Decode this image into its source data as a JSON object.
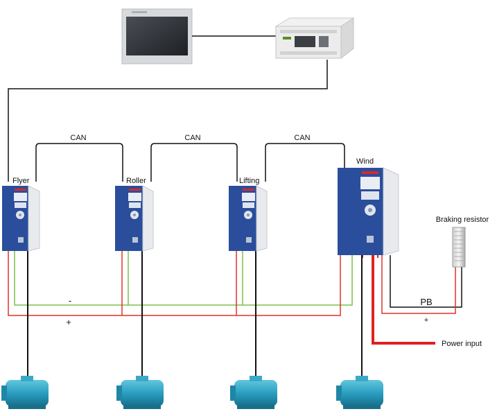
{
  "hmi_panel": {
    "brand_text": ""
  },
  "drives": [
    {
      "label": "Flyer"
    },
    {
      "label": "Roller"
    },
    {
      "label": "Lifting"
    },
    {
      "label": "Wind"
    }
  ],
  "bus_links": [
    {
      "label": "CAN"
    },
    {
      "label": "CAN"
    },
    {
      "label": "CAN"
    }
  ],
  "dc_bus": {
    "minus_label": "-",
    "plus_label": "+"
  },
  "braking": {
    "resistor_label": "Braking resistor",
    "pb_label": "PB",
    "plus_label": "+"
  },
  "power": {
    "label": "Power input"
  },
  "colors": {
    "drive_blue": "#2a4e9c",
    "dc_positive": "#e0302a",
    "dc_negative": "#7cc04a",
    "power_line": "#e02020",
    "signal_line": "#111111",
    "motor": "#2ea3c2"
  }
}
